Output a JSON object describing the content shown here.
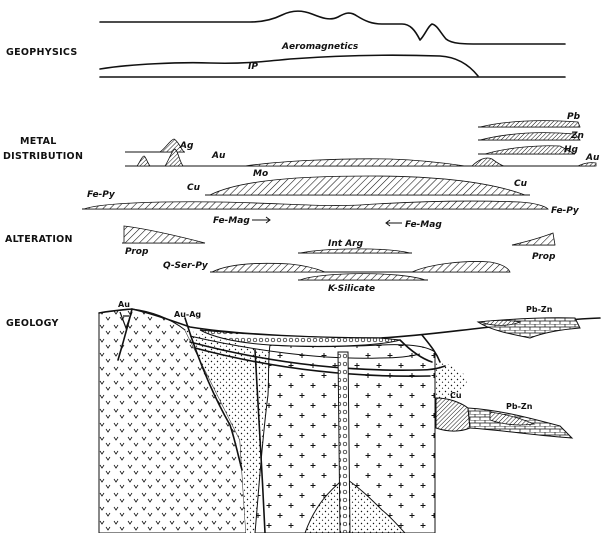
{
  "sections": {
    "geophysics": "GEOPHYSICS",
    "metal_line1": "METAL",
    "metal_line2": "DISTRIBUTION",
    "alteration": "ALTERATION",
    "geology": "GEOLOGY"
  },
  "geophysics_labels": {
    "aeromagnetics": "Aeromagnetics",
    "ip": "IP"
  },
  "metal_labels": {
    "pb": "Pb",
    "zn": "Zn",
    "hg": "Hg",
    "au_right": "Au",
    "ag": "Ag",
    "au_left": "Au",
    "mo": "Mo",
    "cu_left": "Cu",
    "cu_right": "Cu",
    "fepy_left": "Fe-Py",
    "fepy_right": "Fe-Py"
  },
  "alteration_labels": {
    "femag_left": "Fe-Mag",
    "femag_right": "Fe-Mag",
    "intarg": "Int Arg",
    "prop_left": "Prop",
    "prop_right": "Prop",
    "qserpy": "Q-Ser-Py",
    "ksilicate": "K-Silicate"
  },
  "geology_labels": {
    "au": "Au",
    "auag": "Au-Ag",
    "pbzn_top": "Pb-Zn",
    "cu": "Cu",
    "pbzn_mid": "Pb-Zn"
  },
  "colors": {
    "ink": "#111111",
    "paper": "#ffffff"
  }
}
